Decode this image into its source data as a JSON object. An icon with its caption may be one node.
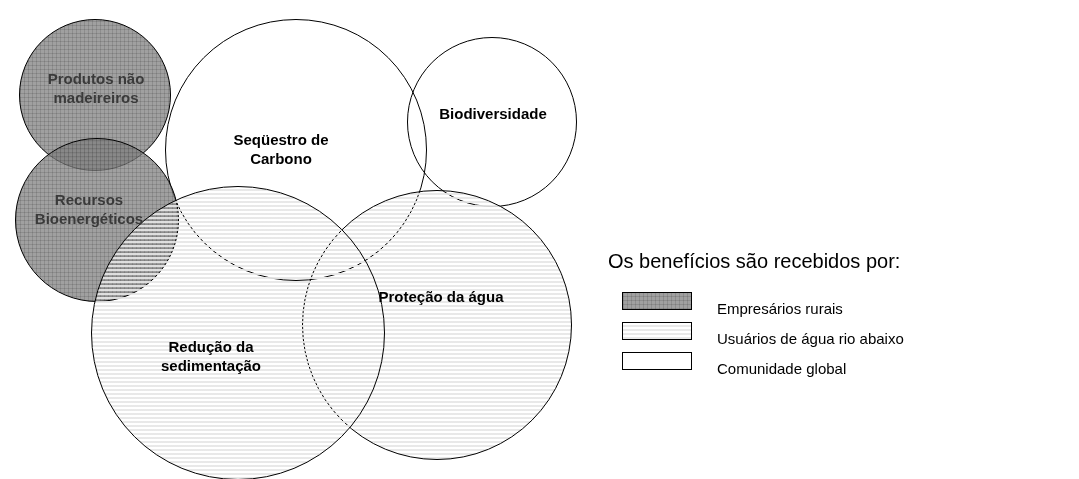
{
  "diagram": {
    "nodes": [
      {
        "text": [
          "Produtos não madeireiros"
        ]
      },
      {
        "text": [
          "Seqüestro de Carbono"
        ]
      },
      {
        "text": [
          "Biodiversidade"
        ]
      },
      {
        "text": [
          "Recursos Bioenergéticos"
        ]
      },
      {
        "text": [
          "Proteção da água"
        ]
      },
      {
        "text": [
          "Redução da sedimentação"
        ]
      }
    ],
    "edges": [],
    "labels": [
      "Os benefícios são recebidos por:"
    ],
    "legend": [
      {
        "text": "Empresários rurais",
        "color": "#808080"
      },
      {
        "text": "Usuários de água rio abaixo",
        "color": "#e6e6e6"
      },
      {
        "text": "Comunidade global",
        "color": "#ffffff"
      }
    ]
  }
}
